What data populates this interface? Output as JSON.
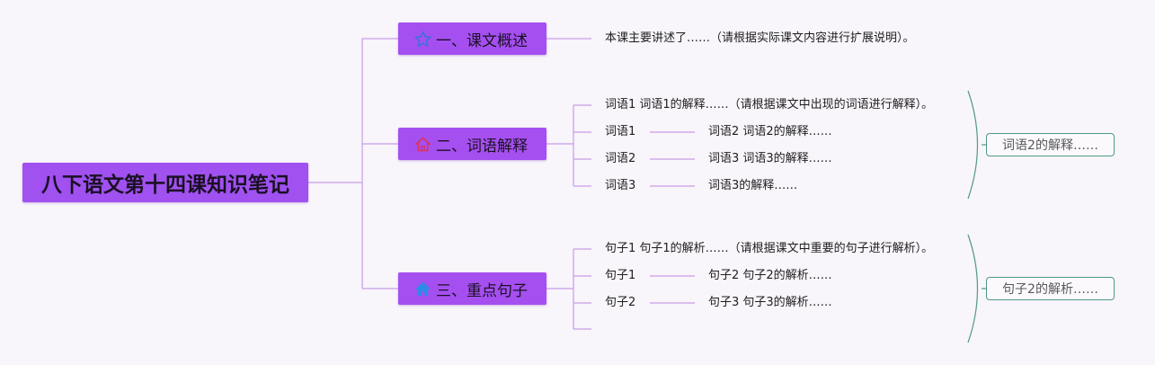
{
  "root": {
    "title": "八下语文第十四课知识笔记"
  },
  "branches": [
    {
      "label": "一、课文概述",
      "icon": "star-icon",
      "icon_color": "#3d6fe0",
      "leaves": [
        {
          "text": "本课主要讲述了……（请根据实际课文内容进行扩展说明）。"
        }
      ]
    },
    {
      "label": "二、词语解释",
      "icon": "home-icon",
      "icon_color": "#d8335f",
      "leaves": [
        {
          "text": "词语1 词语1的解释……（请根据课文中出现的词语进行解释）。"
        },
        {
          "text": "词语1",
          "child": "词语2 词语2的解释……"
        },
        {
          "text": "词语2",
          "child": "词语3 词语3的解释……"
        },
        {
          "text": "词语3",
          "child": "词语3的解释……"
        }
      ],
      "summary": "词语2的解释……"
    },
    {
      "label": "三、重点句子",
      "icon": "home-filled-icon",
      "icon_color": "#2d8be8",
      "leaves": [
        {
          "text": "句子1 句子1的解析……（请根据课文中重要的句子进行解析）。"
        },
        {
          "text": "句子1",
          "child": "句子2 句子2的解析……"
        },
        {
          "text": "句子2",
          "child": "句子3 句子3的解析……"
        },
        {
          "text": ""
        }
      ],
      "summary": "句子2的解析……"
    }
  ],
  "colors": {
    "background": "#f8f5fb",
    "node_fill": "#a54ff0",
    "connector": "#c79de6",
    "bracket": "#4f9a86"
  }
}
